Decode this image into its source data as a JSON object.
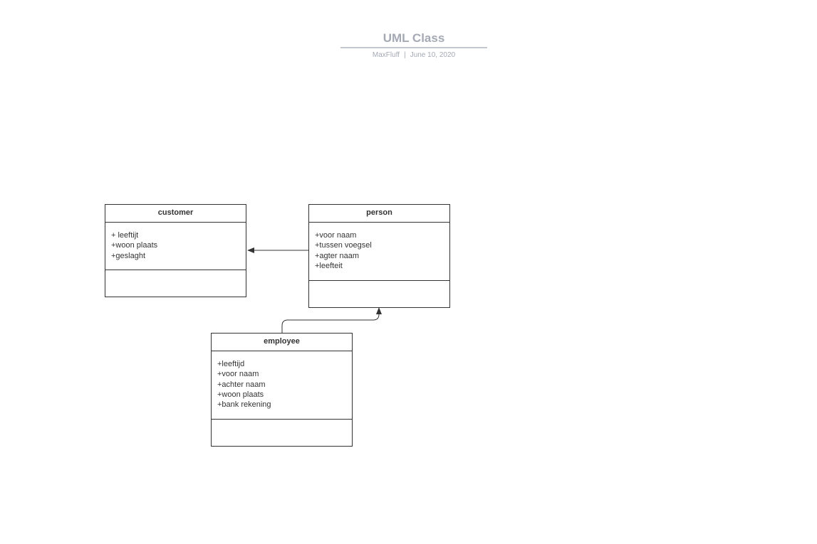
{
  "document": {
    "title": "UML Class",
    "author": "MaxFluff",
    "separator": "|",
    "date": "June 10, 2020"
  },
  "classes": {
    "customer": {
      "name": "customer",
      "attributes": [
        "+ leeftijt",
        "+woon plaats",
        "+geslaght"
      ],
      "methods": []
    },
    "person": {
      "name": "person",
      "attributes": [
        "+voor naam",
        "+tussen voegsel",
        "+agter naam",
        "+leefteit"
      ],
      "methods": []
    },
    "employee": {
      "name": "employee",
      "attributes": [
        "+leeftijd",
        "+voor naam",
        "+achter naam",
        "+woon plaats",
        "+bank rekening"
      ],
      "methods": []
    }
  },
  "relations": [
    {
      "from": "person",
      "to": "customer",
      "kind": "association-arrow"
    },
    {
      "from": "employee",
      "to": "person",
      "kind": "association-arrow"
    }
  ],
  "colors": {
    "line": "#333333",
    "header_text": "#a4a9b3",
    "header_rule": "#c3c7ce"
  }
}
